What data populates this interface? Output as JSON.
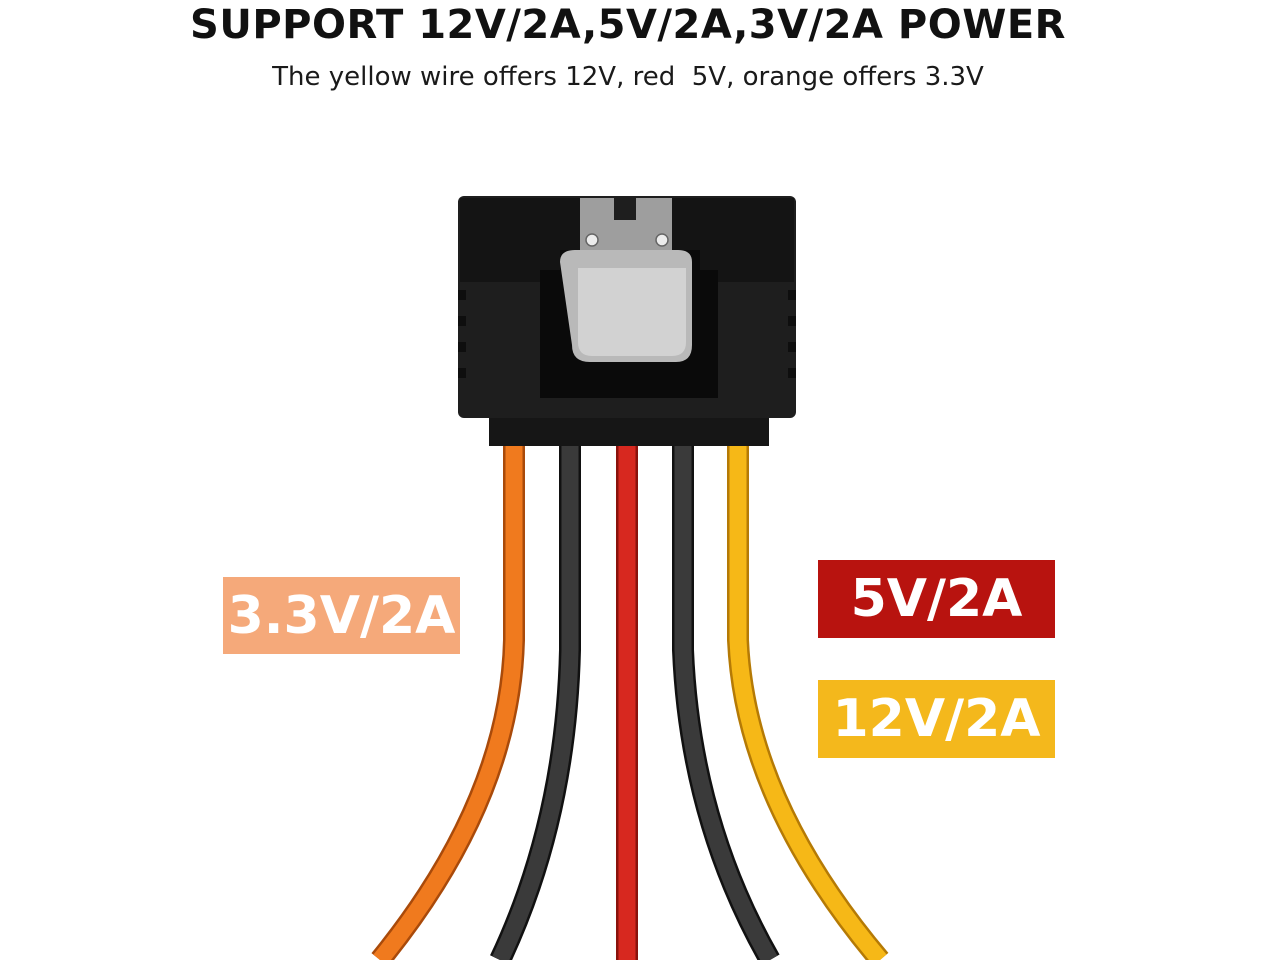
{
  "header": {
    "title": "SUPPORT 12V/2A,5V/2A,3V/2A POWER",
    "subtitle": "The yellow wire offers 12V, red  5V, orange offers 3.3V"
  },
  "labels": [
    {
      "id": "orange",
      "text": "3.3V/2A",
      "background": "#f5a97a"
    },
    {
      "id": "red",
      "text": "5V/2A",
      "background": "#b8130f"
    },
    {
      "id": "yellow",
      "text": "12V/2A",
      "background": "#f4b81c"
    }
  ],
  "wire_colors": {
    "orange": "#f07a1e",
    "black": "#333333",
    "red": "#d7281f",
    "yellow": "#f6b817"
  },
  "connector": {
    "body_color": "#1c1c1c",
    "latch_color": "#b5b5b5"
  }
}
